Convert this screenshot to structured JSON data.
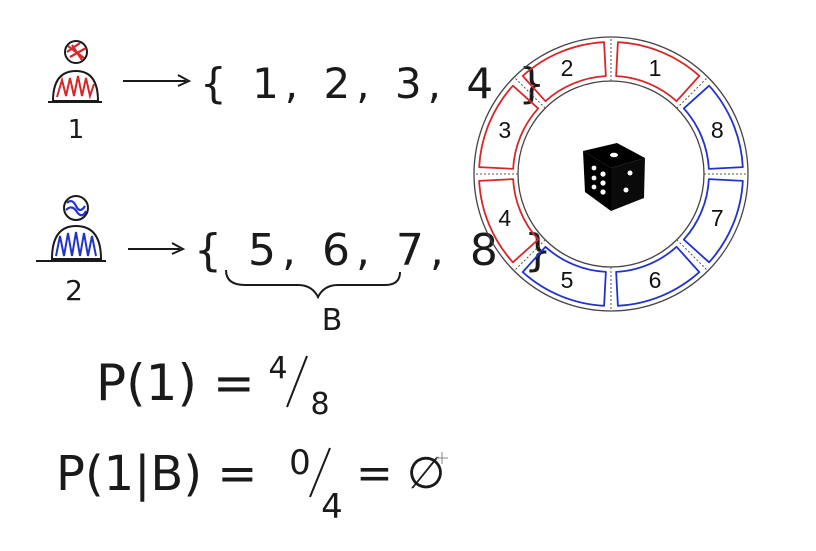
{
  "players": [
    {
      "number_label": "1",
      "set_text": "{ 1, 2, 3, 4 }",
      "color": "#d62828"
    },
    {
      "number_label": "2",
      "set_text": "{ 5, 6, 7, 8 }",
      "color": "#2233cc"
    }
  ],
  "brace_label": "B",
  "equations": {
    "eq1_lhs": "P(1) =",
    "eq1_num": "4",
    "eq1_den": "8",
    "eq2_lhs": "P(1|B) =",
    "eq2_num": "0",
    "eq2_den": "4",
    "eq2_rhs": "= ∅"
  },
  "wheel": {
    "segments": [
      "1",
      "2",
      "3",
      "4",
      "5",
      "6",
      "7",
      "8"
    ],
    "red_segments": [
      "1",
      "2",
      "3",
      "4"
    ],
    "blue_segments": [
      "5",
      "6",
      "7",
      "8"
    ],
    "center_icon": "dice-icon"
  },
  "colors": {
    "red": "#d62828",
    "blue": "#2233cc",
    "ink": "#1a1a1a"
  }
}
